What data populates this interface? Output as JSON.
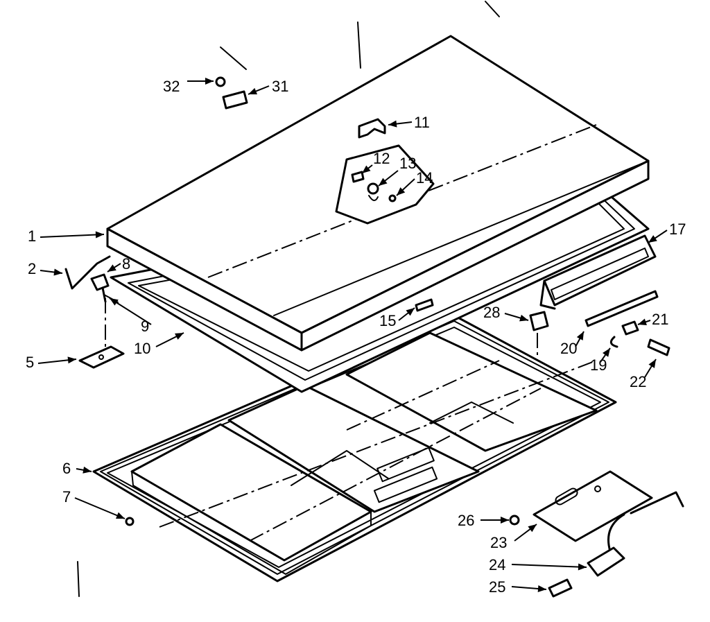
{
  "diagram": {
    "part_labels": {
      "p1": "1",
      "p2": "2",
      "p5": "5",
      "p6": "6",
      "p7": "7",
      "p8": "8",
      "p9": "9",
      "p10": "10",
      "p11": "11",
      "p12": "12",
      "p13": "13",
      "p14": "14",
      "p15": "15",
      "p17": "17",
      "p19": "19",
      "p20": "20",
      "p21": "21",
      "p22": "22",
      "p23": "23",
      "p24": "24",
      "p25": "25",
      "p26": "26",
      "p28": "28",
      "p31": "31",
      "p32": "32"
    },
    "colors": {
      "ink": "#000000",
      "paper": "#ffffff"
    }
  }
}
